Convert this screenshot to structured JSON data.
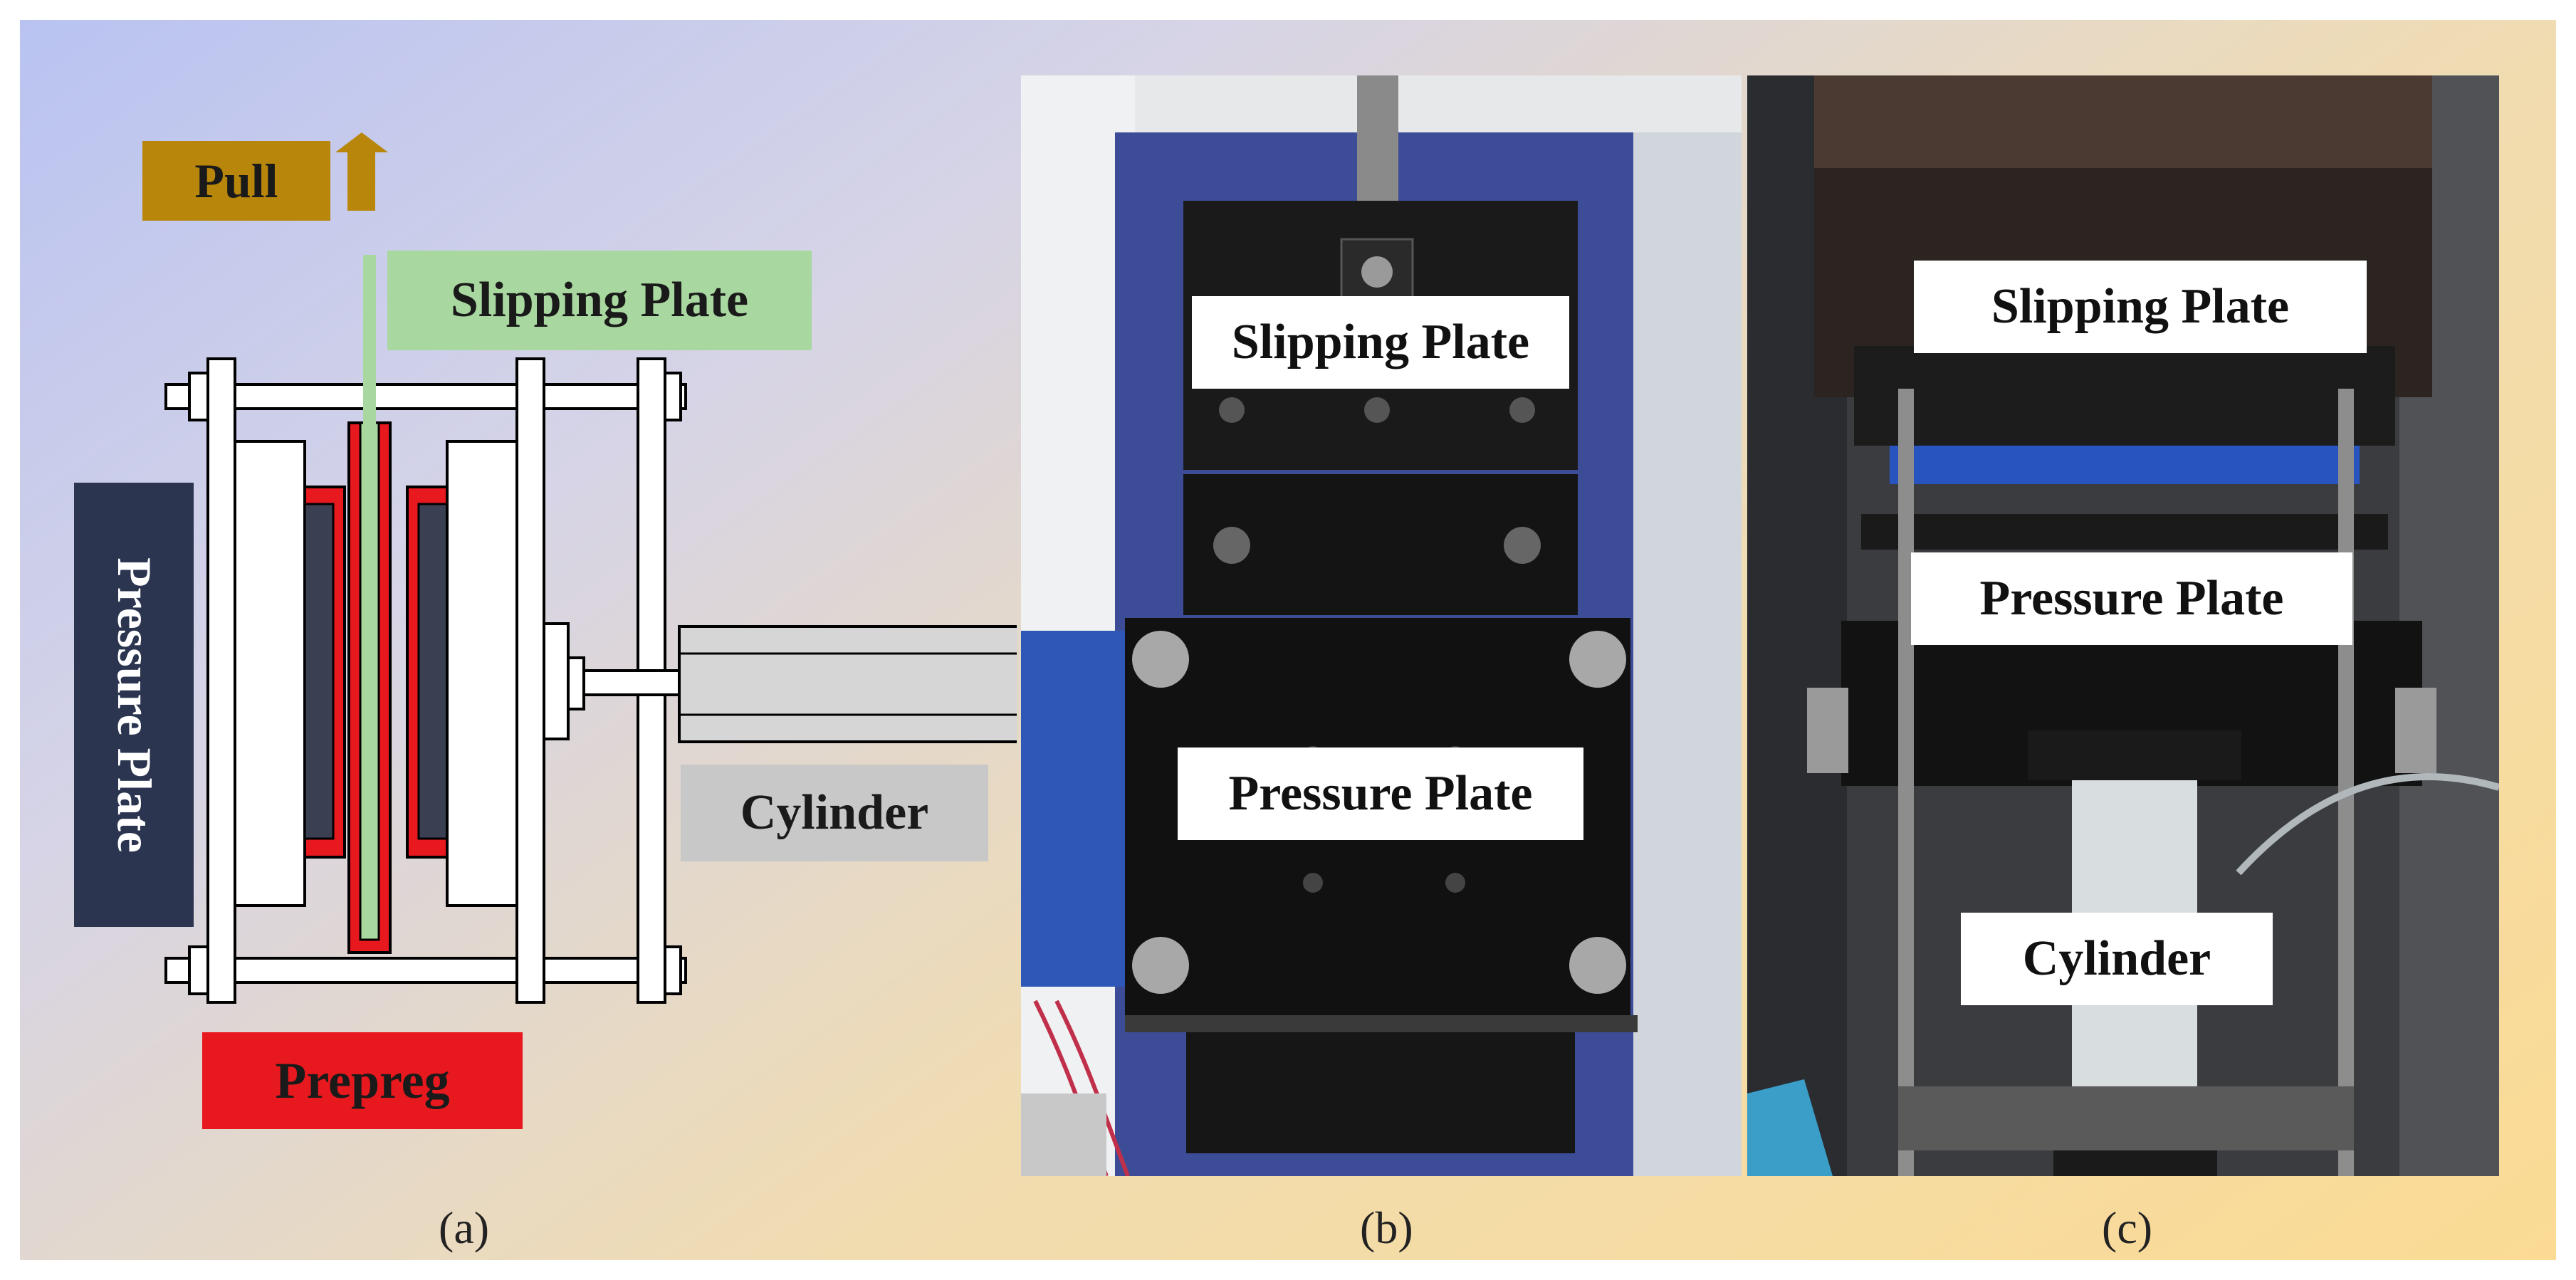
{
  "figure": {
    "panel_a": {
      "caption": "(a)",
      "labels": {
        "pull": "Pull",
        "slipping_plate": "Slipping Plate",
        "pressure_plate": "Pressure Plate",
        "cylinder": "Cylinder",
        "prepreg": "Prepreg"
      }
    },
    "panel_b": {
      "caption": "(b)",
      "labels": {
        "slipping_plate": "Slipping Plate",
        "pressure_plate": "Pressure Plate"
      }
    },
    "panel_c": {
      "caption": "(c)",
      "labels": {
        "slipping_plate": "Slipping Plate",
        "pressure_plate": "Pressure Plate",
        "cylinder": "Cylinder"
      }
    }
  },
  "colors": {
    "pull_box": "#b8860b",
    "slipping_box": "#a8d8a0",
    "pressure_box": "#2b3550",
    "cylinder_box": "#c8c8c8",
    "prepreg": "#e8191e",
    "core_plate": "#3a4052"
  }
}
